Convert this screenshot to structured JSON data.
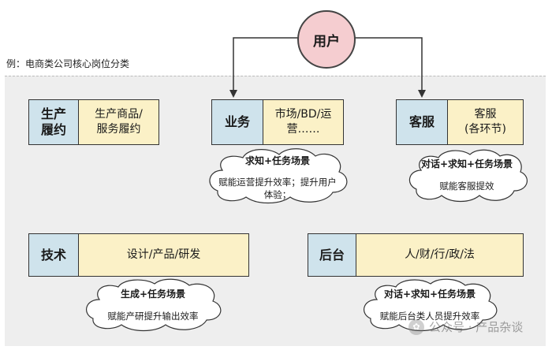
{
  "caption": "例：电商类公司核心岗位分类",
  "user_label": "用户",
  "colors": {
    "key_fill": "#cfe3ec",
    "value_fill": "#fbf1c7",
    "user_fill": "#f5cdd0",
    "panel": "#eeeeee"
  },
  "cards": [
    {
      "key": "生产\n履约",
      "value": "生产商品/\n服务履约"
    },
    {
      "key": "业务",
      "value": "市场/BD/运\n营……"
    },
    {
      "key": "客服",
      "value": "客服\n(各环节)"
    },
    {
      "key": "技术",
      "value": "设计/产品/研发"
    },
    {
      "key": "后台",
      "value": "人/财/行/政/法"
    }
  ],
  "clouds": [
    {
      "title": "求知+任务场景",
      "desc": "赋能运营提升效率；提升用户\n体验；"
    },
    {
      "title": "对话+求知+任务场景",
      "desc": "赋能客服提效"
    },
    {
      "title": "生成+任务场景",
      "desc": "赋能产研提升输出效率"
    },
    {
      "title": "对话+求知+任务场景",
      "desc": "赋能后台类人员提升效率"
    }
  ],
  "watermark": "公众号 · 产品杂谈"
}
